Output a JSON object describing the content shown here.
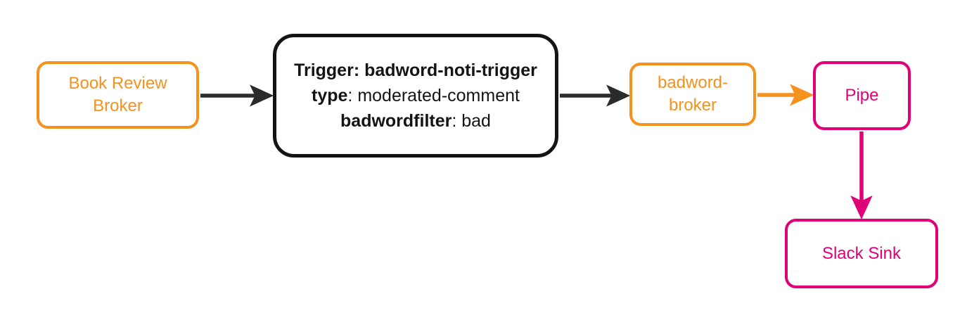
{
  "diagram": {
    "type": "flowchart",
    "orientation": "left-to-right",
    "background": "#ffffff",
    "colors": {
      "orange": "#F5921E",
      "pink": "#E10177",
      "dark": "#141414"
    },
    "nodes": [
      {
        "id": "book-review-broker",
        "label": "Book Review\nBroker",
        "shape": "rounded-rectangle",
        "color": "#F5921E"
      },
      {
        "id": "trigger",
        "shape": "rounded-rectangle",
        "color": "#141414",
        "lines": [
          {
            "bold": "Trigger: badword-noti-trigger",
            "normal": ""
          },
          {
            "bold": "type",
            "normal": ": moderated-comment"
          },
          {
            "bold": "badwordfilter",
            "normal": ": bad"
          }
        ]
      },
      {
        "id": "badword-broker",
        "label": "badword-\nbroker",
        "shape": "rounded-rectangle",
        "color": "#F5921E"
      },
      {
        "id": "pipe",
        "label": "Pipe",
        "shape": "rounded-rectangle",
        "color": "#E10177"
      },
      {
        "id": "slack-sink",
        "label": "Slack Sink",
        "shape": "rounded-rectangle",
        "color": "#E10177"
      }
    ],
    "edges": [
      {
        "id": "edge-book-review-broker-to-trigger",
        "from": "book-review-broker",
        "to": "trigger",
        "color": "#2B2B2B",
        "direction": "right"
      },
      {
        "id": "edge-trigger-to-badword-broker",
        "from": "trigger",
        "to": "badword-broker",
        "color": "#2B2B2B",
        "direction": "right"
      },
      {
        "id": "edge-badword-broker-to-pipe",
        "from": "badword-broker",
        "to": "pipe",
        "color": "#F5921E",
        "direction": "right"
      },
      {
        "id": "edge-pipe-to-slack-sink",
        "from": "pipe",
        "to": "slack-sink",
        "color": "#E10177",
        "direction": "down"
      }
    ]
  }
}
